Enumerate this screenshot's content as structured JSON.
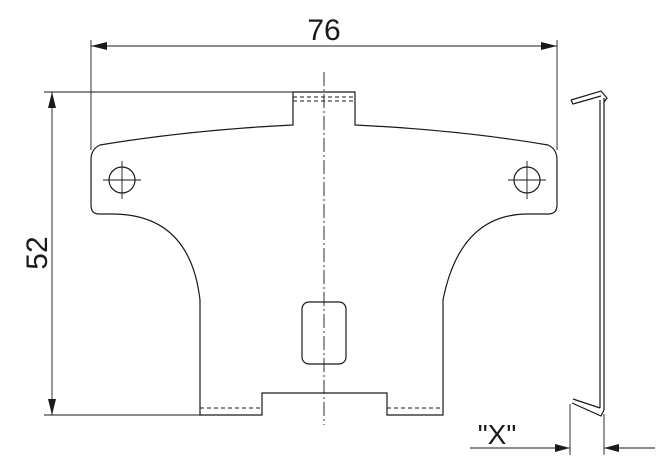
{
  "dimensions": {
    "width_label": "76",
    "height_label": "52",
    "detail_label": "\"X\""
  }
}
